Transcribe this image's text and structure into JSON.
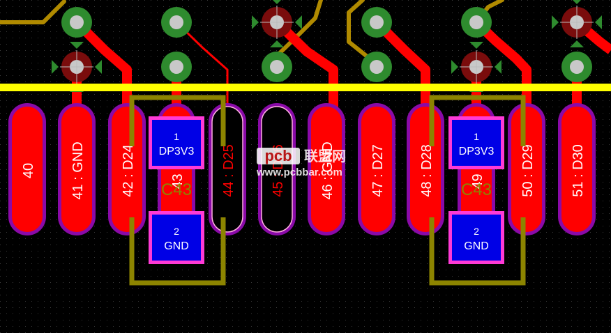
{
  "colors": {
    "background": "#000000",
    "grid": "#3a3a3a",
    "copper_top": "#ff0000",
    "pad_outline": "#8a0aa8",
    "solder_paste": "#ff3ad6",
    "smd_pad": "#0000e6",
    "silkscreen_yellow": "#ffff00",
    "silkscreen_olive": "#8c8400",
    "bottom_trace": "#b08a00",
    "via_ring_green": "#2e8b2e",
    "via_ring_maroon": "#7a0c0c",
    "via_hole": "#c8c8c8"
  },
  "pads": [
    {
      "label": "40"
    },
    {
      "label": "41 : GND"
    },
    {
      "label": "42 : D24"
    },
    {
      "label": "43 : D"
    },
    {
      "label": "44 : D25"
    },
    {
      "label": "45 : D26"
    },
    {
      "label": "46 : GND"
    },
    {
      "label": "47 : D27"
    },
    {
      "label": "48 : D28"
    },
    {
      "label": "49 : D"
    },
    {
      "label": "50 : D29"
    },
    {
      "label": "51 : D30"
    }
  ],
  "components": [
    {
      "designator": "C43",
      "pad1_number": "1",
      "pad1_net": "DP3V3",
      "pad2_number": "2",
      "pad2_net": "GND"
    },
    {
      "designator": "C43",
      "pad1_number": "1",
      "pad1_net": "DP3V3",
      "pad2_number": "2",
      "pad2_net": "GND"
    }
  ],
  "watermark": {
    "logo": "pcb",
    "cn_text": "联盟网",
    "url": "www.pcbbar.com"
  },
  "icons": {
    "via": "via-icon",
    "crosshair": "crosshair-icon"
  }
}
